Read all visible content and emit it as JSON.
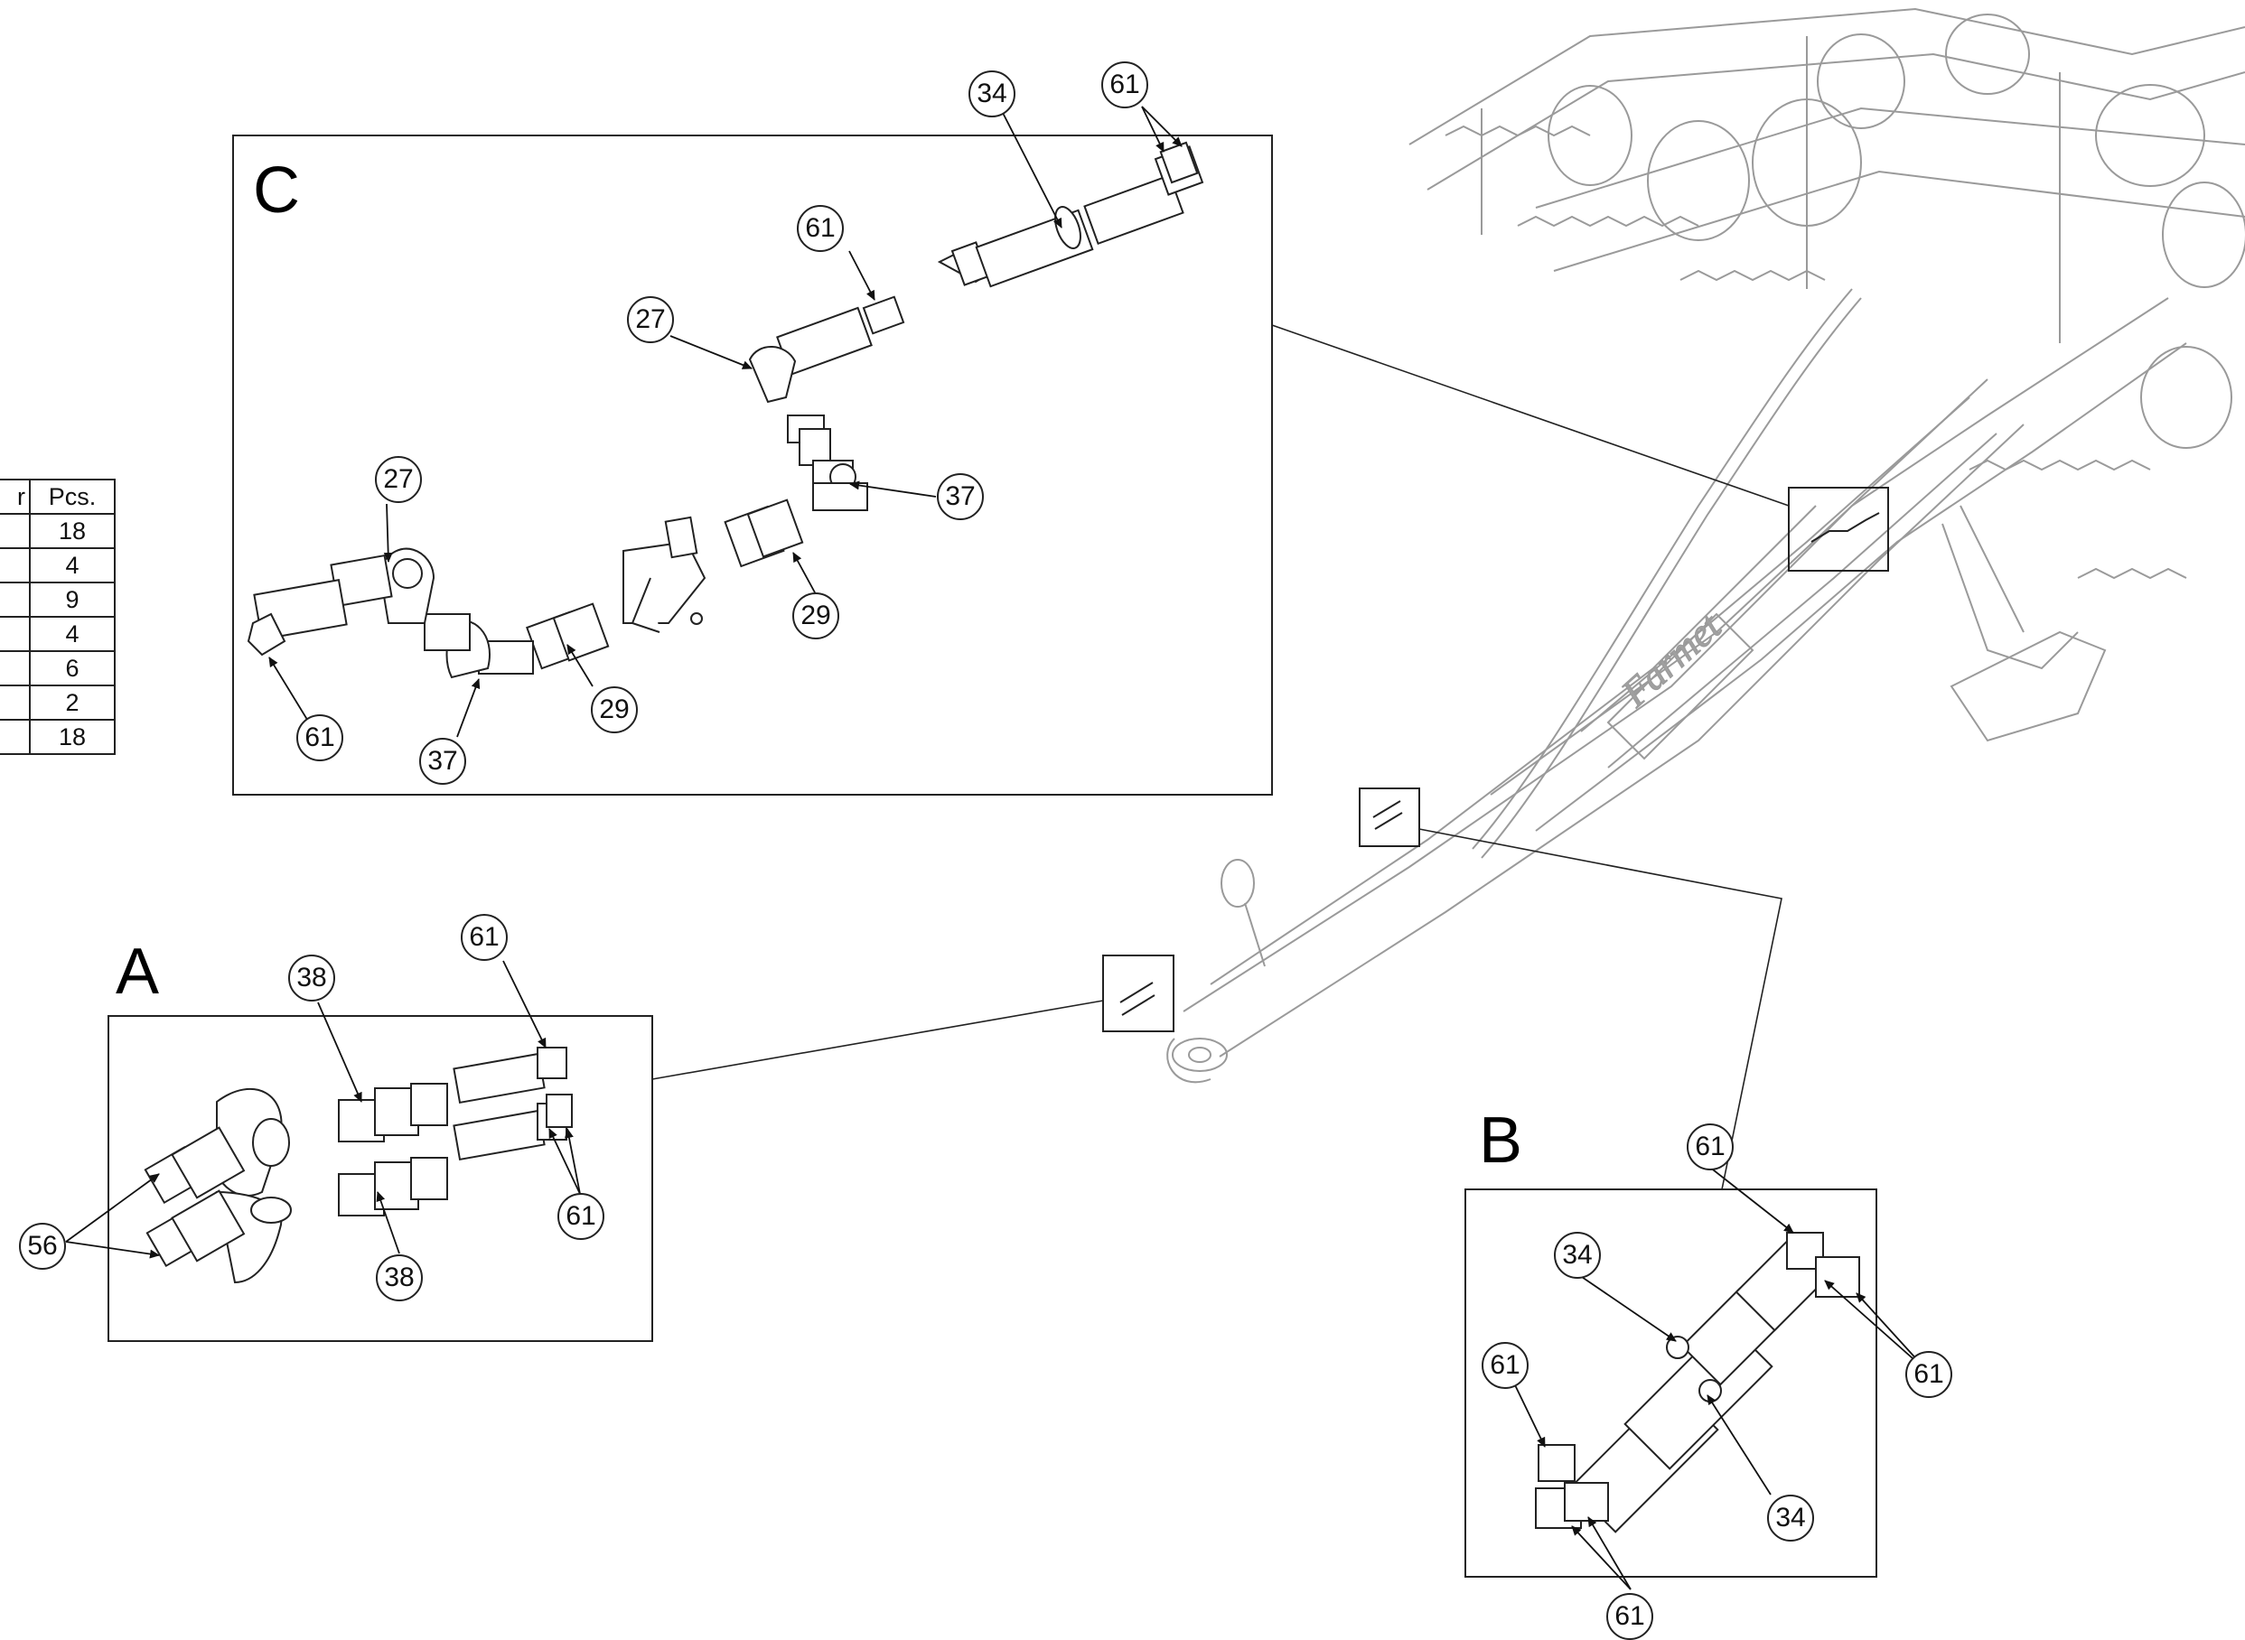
{
  "parts_table": {
    "headers": [
      "r",
      "Pcs."
    ],
    "rows": [
      {
        "c0": "",
        "c1": "18"
      },
      {
        "c0": "",
        "c1": "4"
      },
      {
        "c0": "",
        "c1": "9"
      },
      {
        "c0": "",
        "c1": "4"
      },
      {
        "c0": "",
        "c1": "6"
      },
      {
        "c0": "",
        "c1": "2"
      },
      {
        "c0": "",
        "c1": "18"
      }
    ]
  },
  "details": {
    "a": {
      "label": "A"
    },
    "b": {
      "label": "B"
    },
    "c": {
      "label": "C"
    }
  },
  "callouts": {
    "c_34": "34",
    "c_61_top": "61",
    "c_61_mid": "61",
    "c_27_a": "27",
    "c_27_b": "27",
    "c_37_right": "37",
    "c_29_right": "29",
    "c_29_left": "29",
    "c_61_left": "61",
    "c_37_left": "37",
    "a_38_top": "38",
    "a_61_top": "61",
    "a_56": "56",
    "a_61_right": "61",
    "a_38_bottom": "38",
    "b_61_top": "61",
    "b_34_top": "34",
    "b_61_left": "61",
    "b_61_right": "61",
    "b_34_bottom": "34",
    "b_61_bottom": "61"
  },
  "frame_text": "Farmet",
  "colors": {
    "line": "#222222",
    "ghost": "#9a9a9a"
  }
}
